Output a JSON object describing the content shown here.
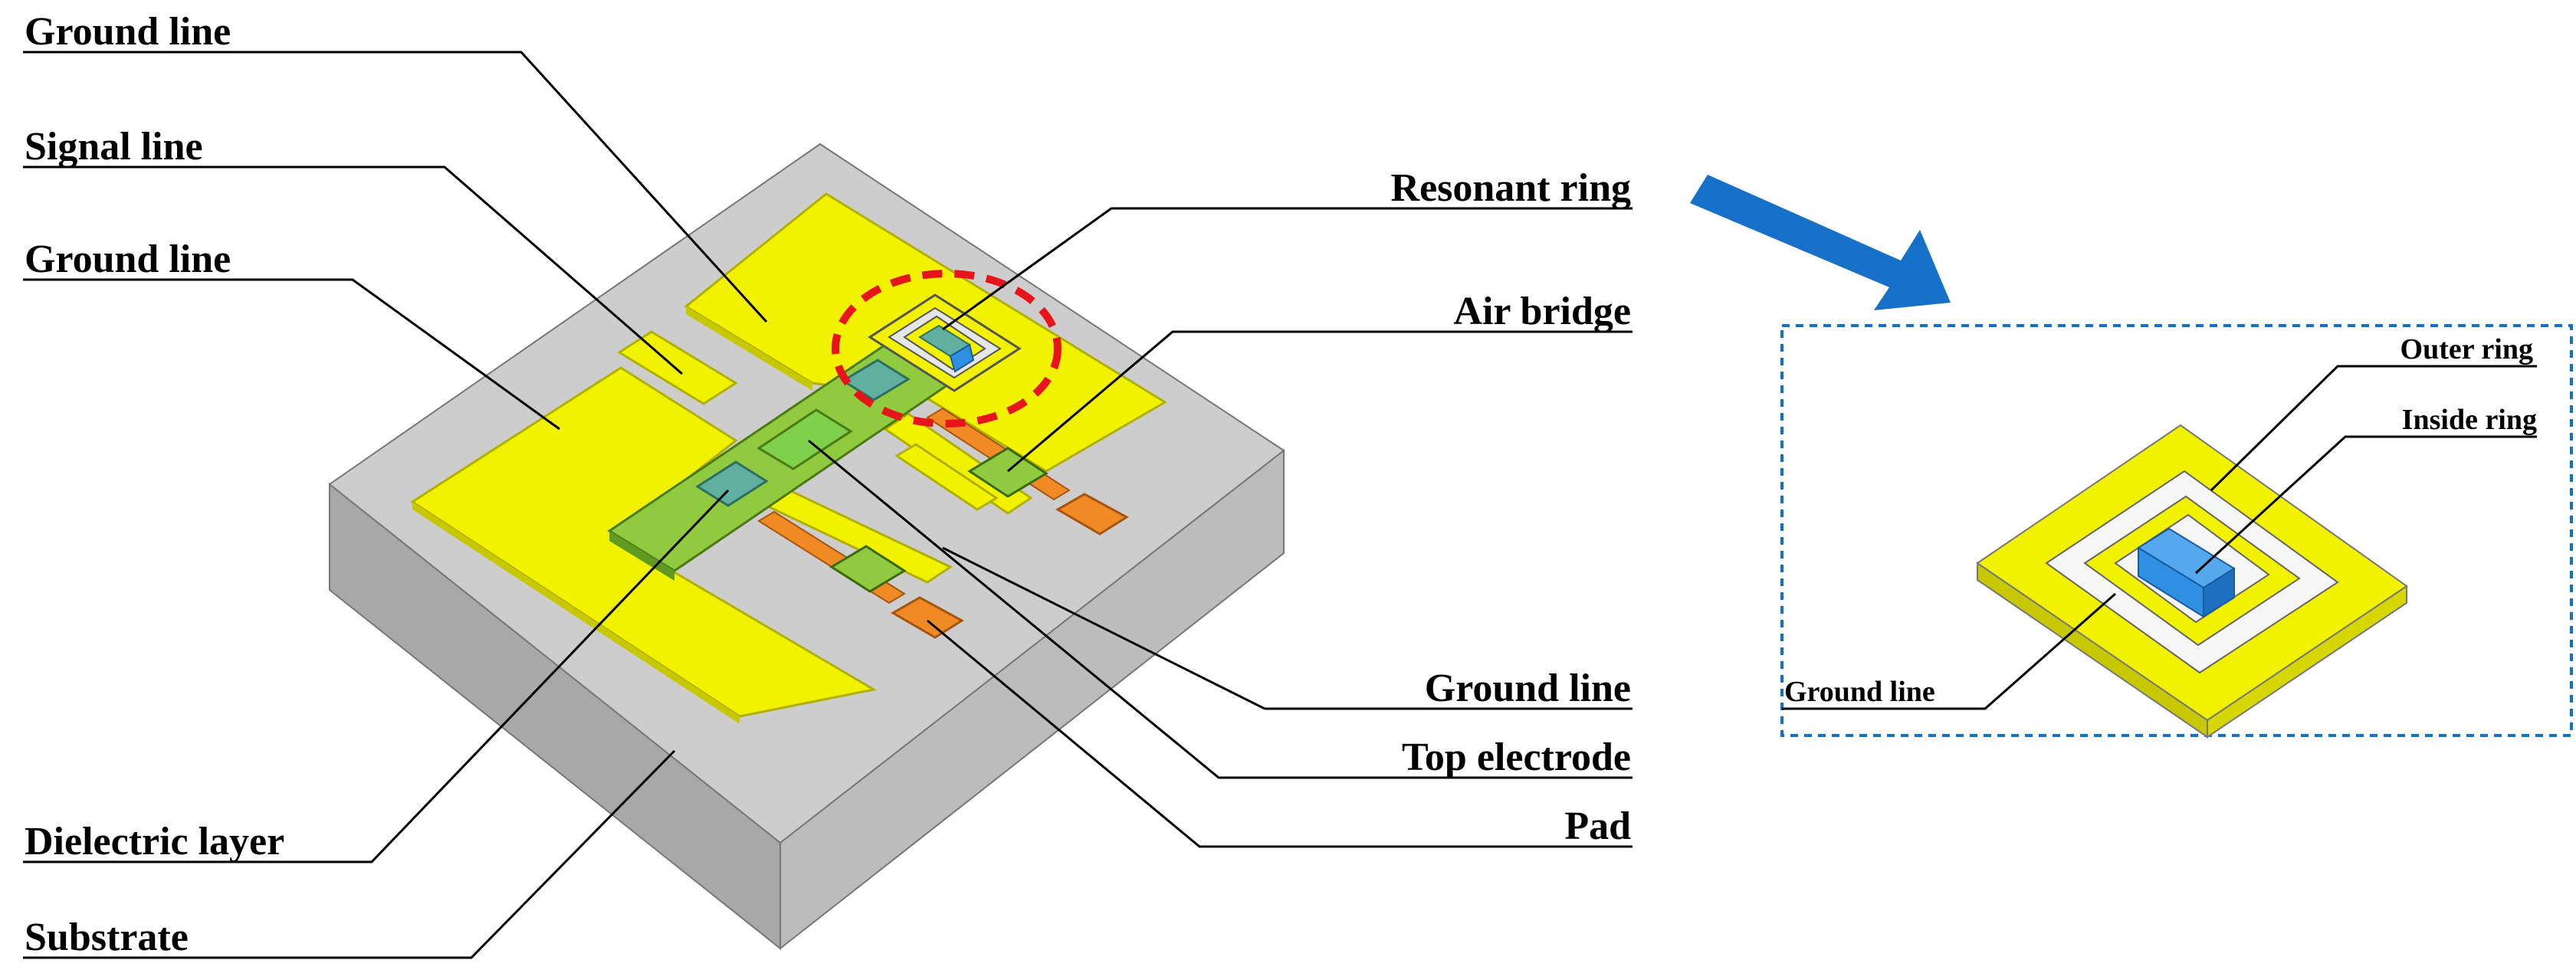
{
  "labels": {
    "left": {
      "ground_line_top": "Ground line",
      "signal_line": "Signal line",
      "ground_line_mid": "Ground line",
      "dielectric_layer": "Dielectric layer",
      "substrate": "Substrate"
    },
    "right": {
      "resonant_ring": "Resonant ring",
      "air_bridge": "Air bridge",
      "ground_line": "Ground line",
      "top_electrode": "Top electrode",
      "pad": "Pad"
    },
    "inset": {
      "outer_ring": "Outer ring",
      "inside_ring": "Inside ring",
      "ground_line": "Ground line"
    }
  },
  "colors": {
    "substrate_top": "#c8c8c8",
    "substrate_left": "#a8a8a8",
    "substrate_right": "#b8b8b8",
    "gold": "#f2f200",
    "gold_dark": "#c8c800",
    "dielectric": "#8fca3f",
    "electrode": "#5fb0a0",
    "pad": "#f08a24",
    "highlight_circle": "#e8141c",
    "arrow": "#1670c8",
    "inset_border": "#1670c8",
    "inner_block": "#2f8fe0"
  }
}
